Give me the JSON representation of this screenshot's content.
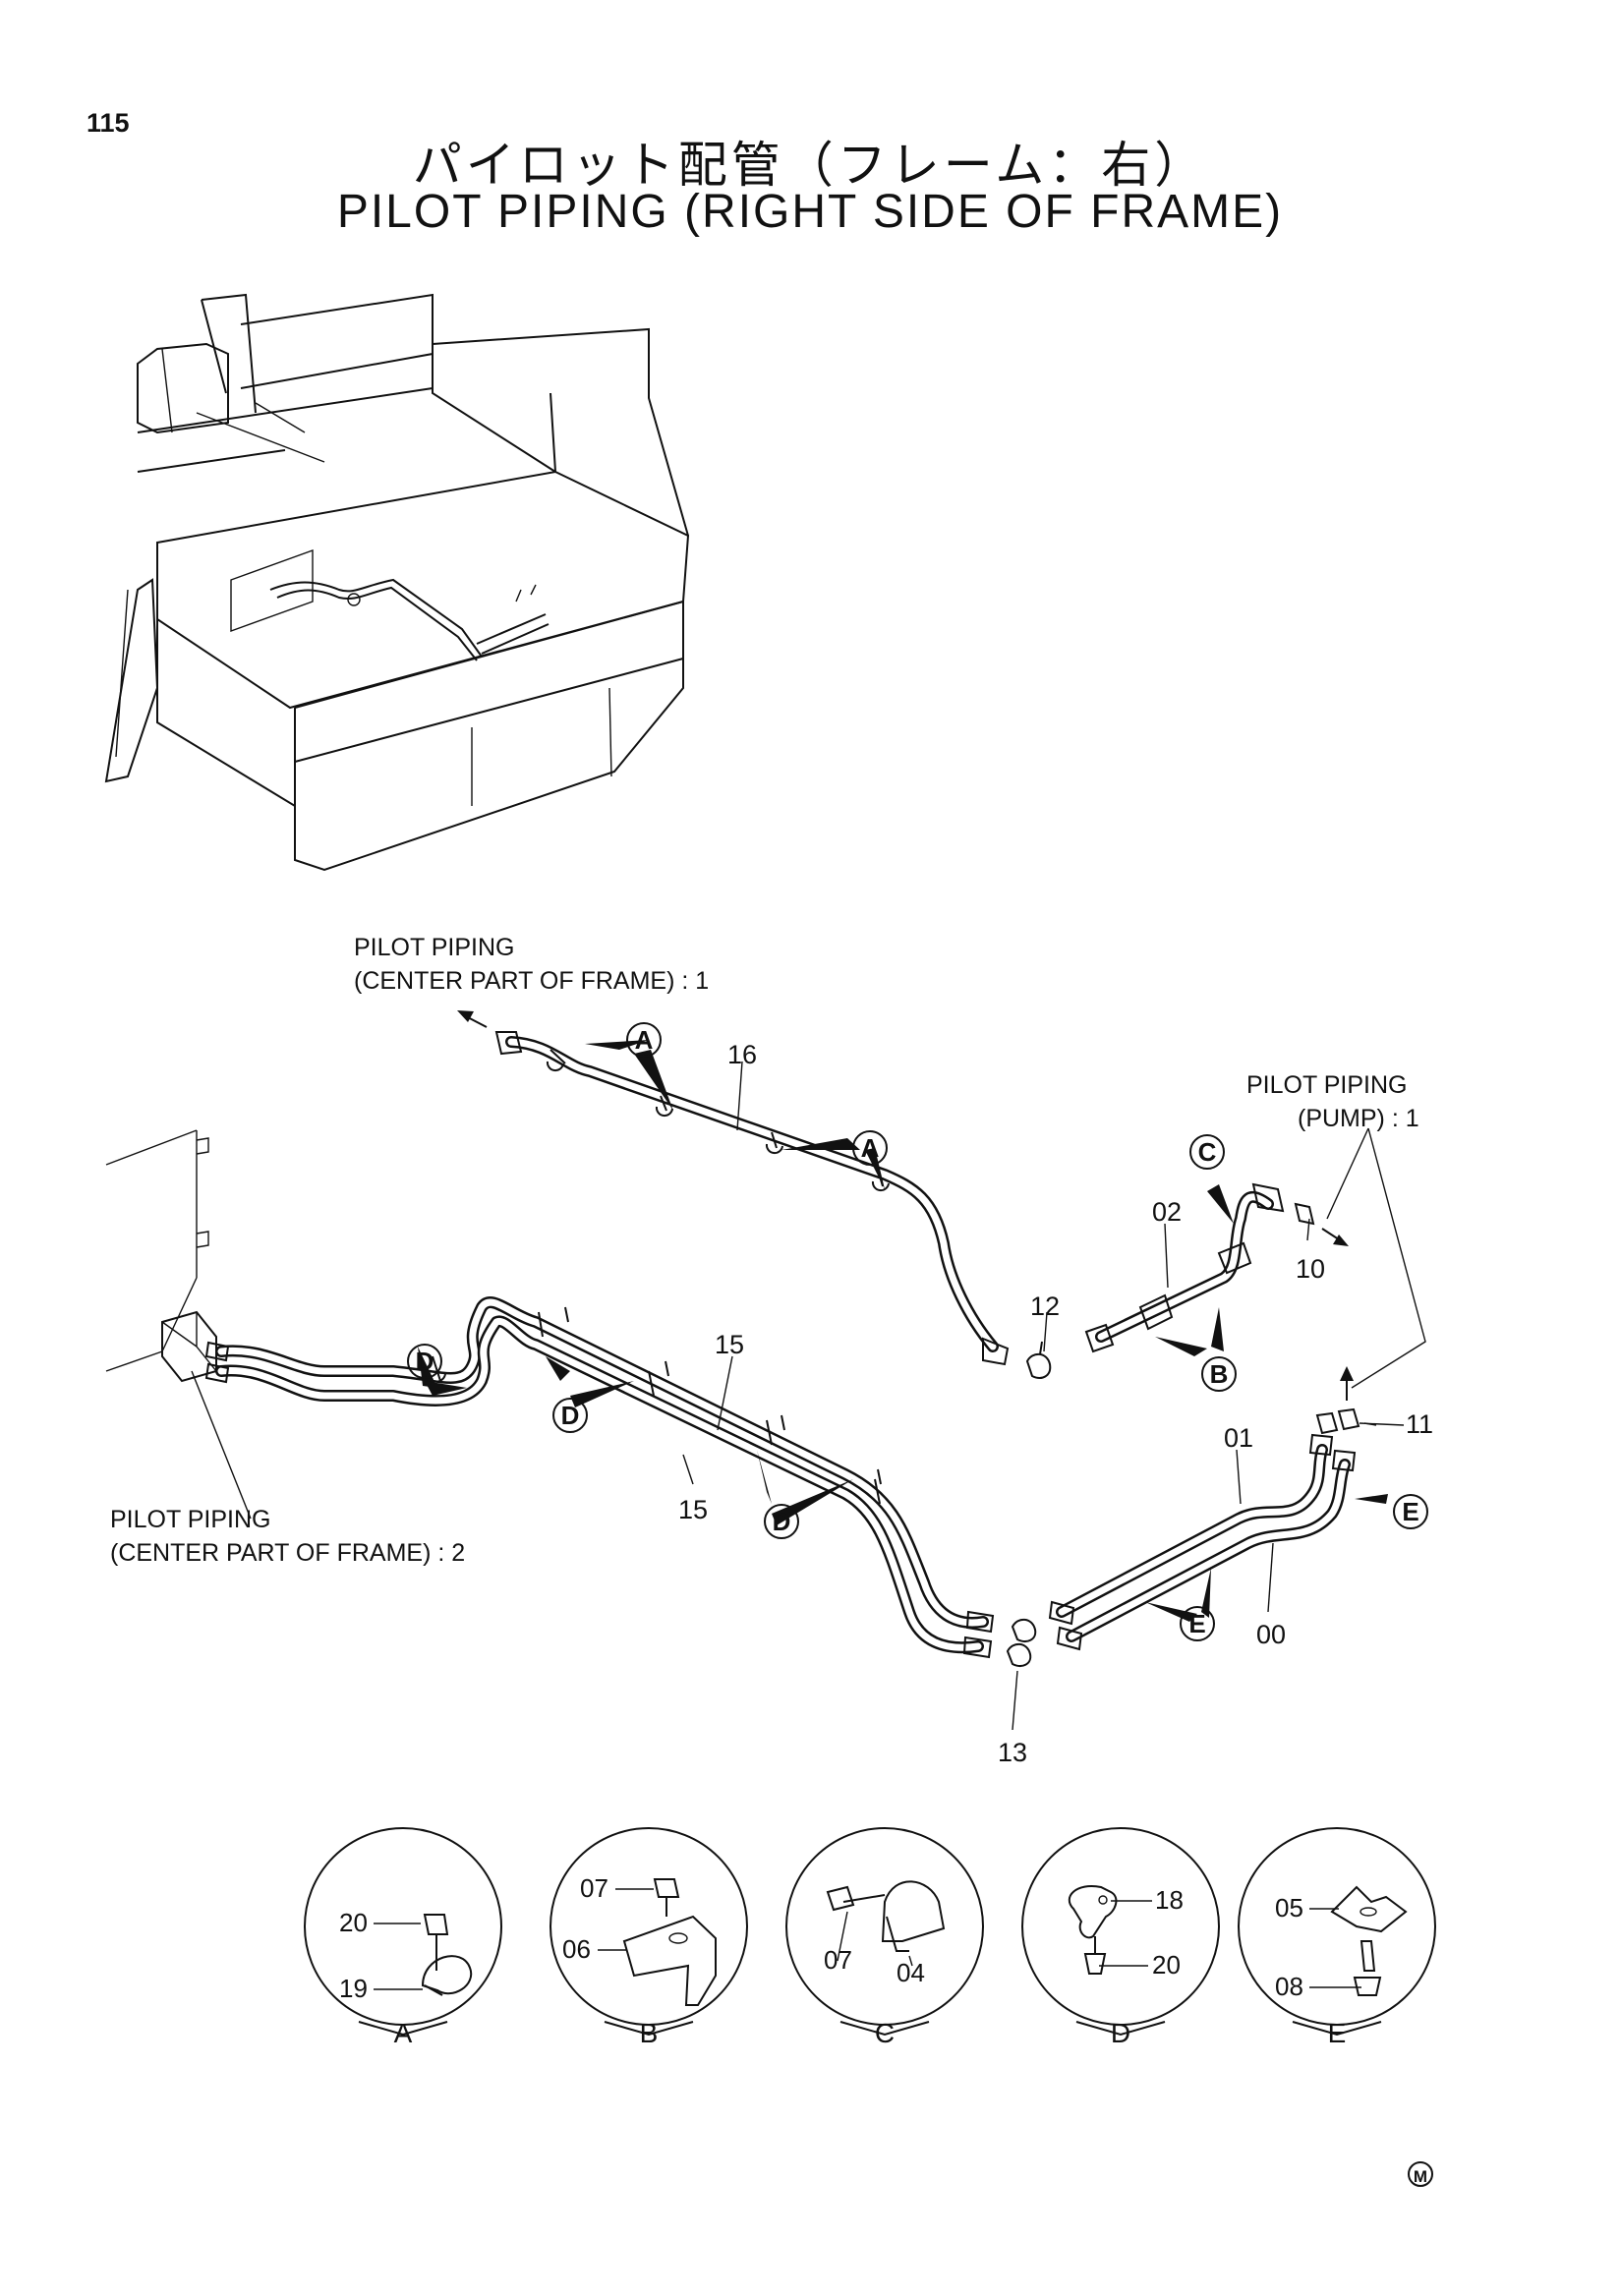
{
  "header": {
    "page_number": "115",
    "title_jp": "パイロット配管（フレーム：右）",
    "title_en": "PILOT PIPING (RIGHT SIDE OF FRAME)"
  },
  "references": {
    "center_1_line1": "PILOT PIPING",
    "center_1_line2": "(CENTER PART OF FRAME) : 1",
    "pump_line1": "PILOT PIPING",
    "pump_line2": "(PUMP)  : 1",
    "center_2_line1": "PILOT PIPING",
    "center_2_line2": "(CENTER PART OF FRAME) : 2"
  },
  "part_numbers": {
    "p16": "16",
    "p02": "02",
    "p10": "10",
    "p12": "12",
    "p15a": "15",
    "p15b": "15",
    "p11": "11",
    "p01": "01",
    "p00": "00",
    "p13": "13"
  },
  "callouts": {
    "a1": "A",
    "a2": "A",
    "b": "B",
    "c": "C",
    "d1": "D",
    "d2": "D",
    "d3": "D",
    "e1": "E",
    "e2": "E"
  },
  "details": [
    {
      "label": "A",
      "parts": [
        "20",
        "19"
      ]
    },
    {
      "label": "B",
      "parts": [
        "07",
        "06"
      ]
    },
    {
      "label": "C",
      "parts": [
        "07",
        "04"
      ]
    },
    {
      "label": "D",
      "parts": [
        "18",
        "20"
      ]
    },
    {
      "label": "E",
      "parts": [
        "05",
        "08"
      ]
    }
  ],
  "footer": {
    "mark": "M"
  }
}
